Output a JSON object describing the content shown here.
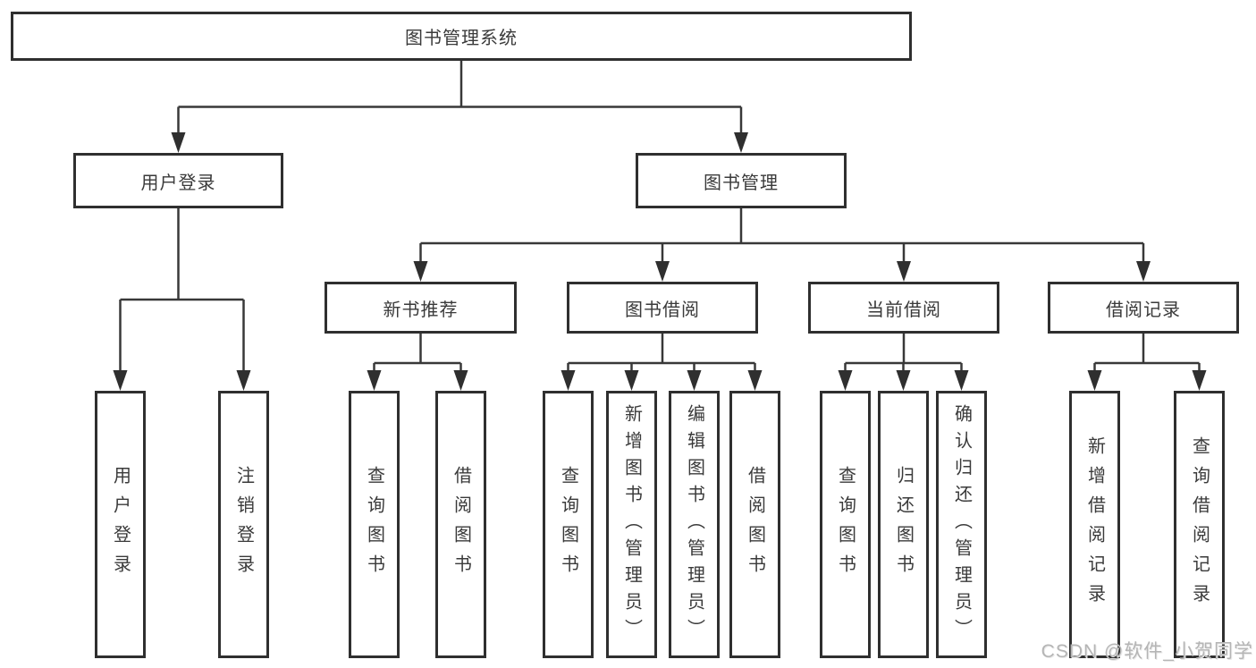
{
  "diagram_type": "hierarchy",
  "colors": {
    "line": "#383838",
    "box_border": "#2f2f2f",
    "text": "#3a3a3a",
    "watermark": "#b5b5b5",
    "background": "#ffffff"
  },
  "tree": {
    "label": "图书管理系统",
    "children": [
      {
        "label": "用户登录",
        "children": [
          {
            "label": "用户登录"
          },
          {
            "label": "注销登录"
          }
        ]
      },
      {
        "label": "图书管理",
        "children": [
          {
            "label": "新书推荐",
            "children": [
              {
                "label": "查询图书"
              },
              {
                "label": "借阅图书"
              }
            ]
          },
          {
            "label": "图书借阅",
            "children": [
              {
                "label": "查询图书"
              },
              {
                "label": "新增图书（管理员）"
              },
              {
                "label": "编辑图书（管理员）"
              },
              {
                "label": "借阅图书"
              }
            ]
          },
          {
            "label": "当前借阅",
            "children": [
              {
                "label": "查询图书"
              },
              {
                "label": "归还图书"
              },
              {
                "label": "确认归还（管理员）"
              }
            ]
          },
          {
            "label": "借阅记录",
            "children": [
              {
                "label": "新增借阅记录"
              },
              {
                "label": "查询借阅记录"
              }
            ]
          }
        ]
      }
    ]
  },
  "watermark": "CSDN @软件_小贺同学"
}
